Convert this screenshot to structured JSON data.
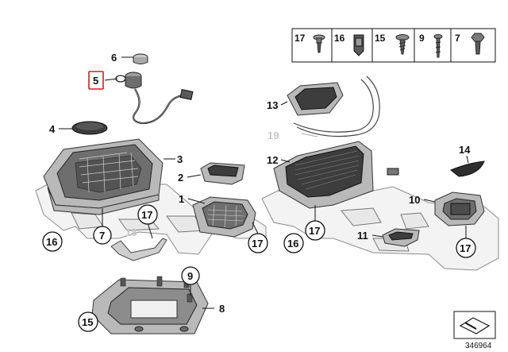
{
  "diagram": {
    "callouts": {
      "c1": "1",
      "c2": "2",
      "c3": "3",
      "c4": "4",
      "c5": "5",
      "c6": "6",
      "c7a": "7",
      "c7b": "7",
      "c8": "8",
      "c9": "9",
      "c10": "10",
      "c11": "11",
      "c12": "12",
      "c13": "13",
      "c14": "14",
      "c15": "15",
      "c16a": "16",
      "c16b": "16",
      "c17a": "17",
      "c17b": "17",
      "c17c": "17",
      "c17d": "17",
      "c18": "18",
      "c19": "19"
    },
    "highlighted_callout": "5",
    "highlight_color": "#d22020",
    "legend": [
      "17",
      "16",
      "15",
      "9",
      "7"
    ],
    "doc_number": "346964"
  }
}
